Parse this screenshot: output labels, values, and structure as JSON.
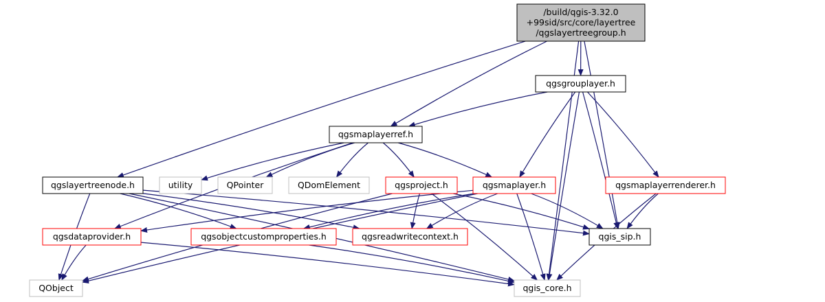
{
  "colors": {
    "edge": "#191970",
    "root_fill": "#bfbfbf",
    "normal_border": "#000000",
    "red_border": "#ff0000",
    "gray_border": "#bfbfbf",
    "text": "#000000"
  },
  "nodes": [
    {
      "id": "root",
      "lines": [
        "/build/qgis-3.32.0",
        "+99sid/src/core/layertree",
        "/qgslayertreegroup.h"
      ],
      "style": "root"
    },
    {
      "id": "qgsgrouplayer",
      "lines": [
        "qgsgrouplayer.h"
      ],
      "style": "normal"
    },
    {
      "id": "qgsmaplayerref",
      "lines": [
        "qgsmaplayerref.h"
      ],
      "style": "normal"
    },
    {
      "id": "qgslayertreenode",
      "lines": [
        "qgslayertreenode.h"
      ],
      "style": "normal"
    },
    {
      "id": "utility",
      "lines": [
        "utility"
      ],
      "style": "gray"
    },
    {
      "id": "QPointer",
      "lines": [
        "QPointer"
      ],
      "style": "gray"
    },
    {
      "id": "QDomElement",
      "lines": [
        "QDomElement"
      ],
      "style": "gray"
    },
    {
      "id": "qgsproject",
      "lines": [
        "qgsproject.h"
      ],
      "style": "red"
    },
    {
      "id": "qgsmaplayer",
      "lines": [
        "qgsmaplayer.h"
      ],
      "style": "red"
    },
    {
      "id": "qgsmaplayerrenderer",
      "lines": [
        "qgsmaplayerrenderer.h"
      ],
      "style": "red"
    },
    {
      "id": "qgsdataprovider",
      "lines": [
        "qgsdataprovider.h"
      ],
      "style": "red"
    },
    {
      "id": "qgsobjectcustomproperties",
      "lines": [
        "qgsobjectcustomproperties.h"
      ],
      "style": "red"
    },
    {
      "id": "qgsreadwritecontext",
      "lines": [
        "qgsreadwritecontext.h"
      ],
      "style": "red"
    },
    {
      "id": "qgis_sip",
      "lines": [
        "qgis_sip.h"
      ],
      "style": "normal"
    },
    {
      "id": "QObject",
      "lines": [
        "QObject"
      ],
      "style": "gray"
    },
    {
      "id": "qgis_core",
      "lines": [
        "qgis_core.h"
      ],
      "style": "gray"
    }
  ],
  "edges": [
    [
      "root",
      "qgsgrouplayer"
    ],
    [
      "root",
      "qgsmaplayerref"
    ],
    [
      "root",
      "qgslayertreenode"
    ],
    [
      "root",
      "qgis_sip"
    ],
    [
      "root",
      "qgis_core"
    ],
    [
      "qgsgrouplayer",
      "qgsmaplayerref"
    ],
    [
      "qgsgrouplayer",
      "qgsmaplayer"
    ],
    [
      "qgsgrouplayer",
      "qgsmaplayerrenderer"
    ],
    [
      "qgsgrouplayer",
      "qgis_sip"
    ],
    [
      "qgsgrouplayer",
      "qgis_core"
    ],
    [
      "qgsmaplayerref",
      "utility"
    ],
    [
      "qgsmaplayerref",
      "QPointer"
    ],
    [
      "qgsmaplayerref",
      "QDomElement"
    ],
    [
      "qgsmaplayerref",
      "qgsproject"
    ],
    [
      "qgsmaplayerref",
      "qgsmaplayer"
    ],
    [
      "qgsmaplayerref",
      "qgsdataprovider"
    ],
    [
      "qgslayertreenode",
      "QObject"
    ],
    [
      "qgslayertreenode",
      "qgsobjectcustomproperties"
    ],
    [
      "qgslayertreenode",
      "qgsreadwritecontext"
    ],
    [
      "qgslayertreenode",
      "qgis_sip"
    ],
    [
      "qgslayertreenode",
      "qgis_core"
    ],
    [
      "qgsproject",
      "QObject"
    ],
    [
      "qgsproject",
      "qgsreadwritecontext"
    ],
    [
      "qgsproject",
      "qgis_sip"
    ],
    [
      "qgsproject",
      "qgis_core"
    ],
    [
      "qgsmaplayer",
      "qgsdataprovider"
    ],
    [
      "qgsmaplayer",
      "qgsobjectcustomproperties"
    ],
    [
      "qgsmaplayer",
      "qgsreadwritecontext"
    ],
    [
      "qgsmaplayer",
      "qgis_sip"
    ],
    [
      "qgsmaplayer",
      "qgis_core"
    ],
    [
      "qgsmaplayer",
      "QObject"
    ],
    [
      "qgsmaplayerrenderer",
      "qgis_sip"
    ],
    [
      "qgsmaplayerrenderer",
      "qgis_core"
    ],
    [
      "qgsdataprovider",
      "QObject"
    ],
    [
      "qgsdataprovider",
      "qgis_core"
    ],
    [
      "qgsobjectcustomproperties",
      "qgis_core"
    ]
  ]
}
